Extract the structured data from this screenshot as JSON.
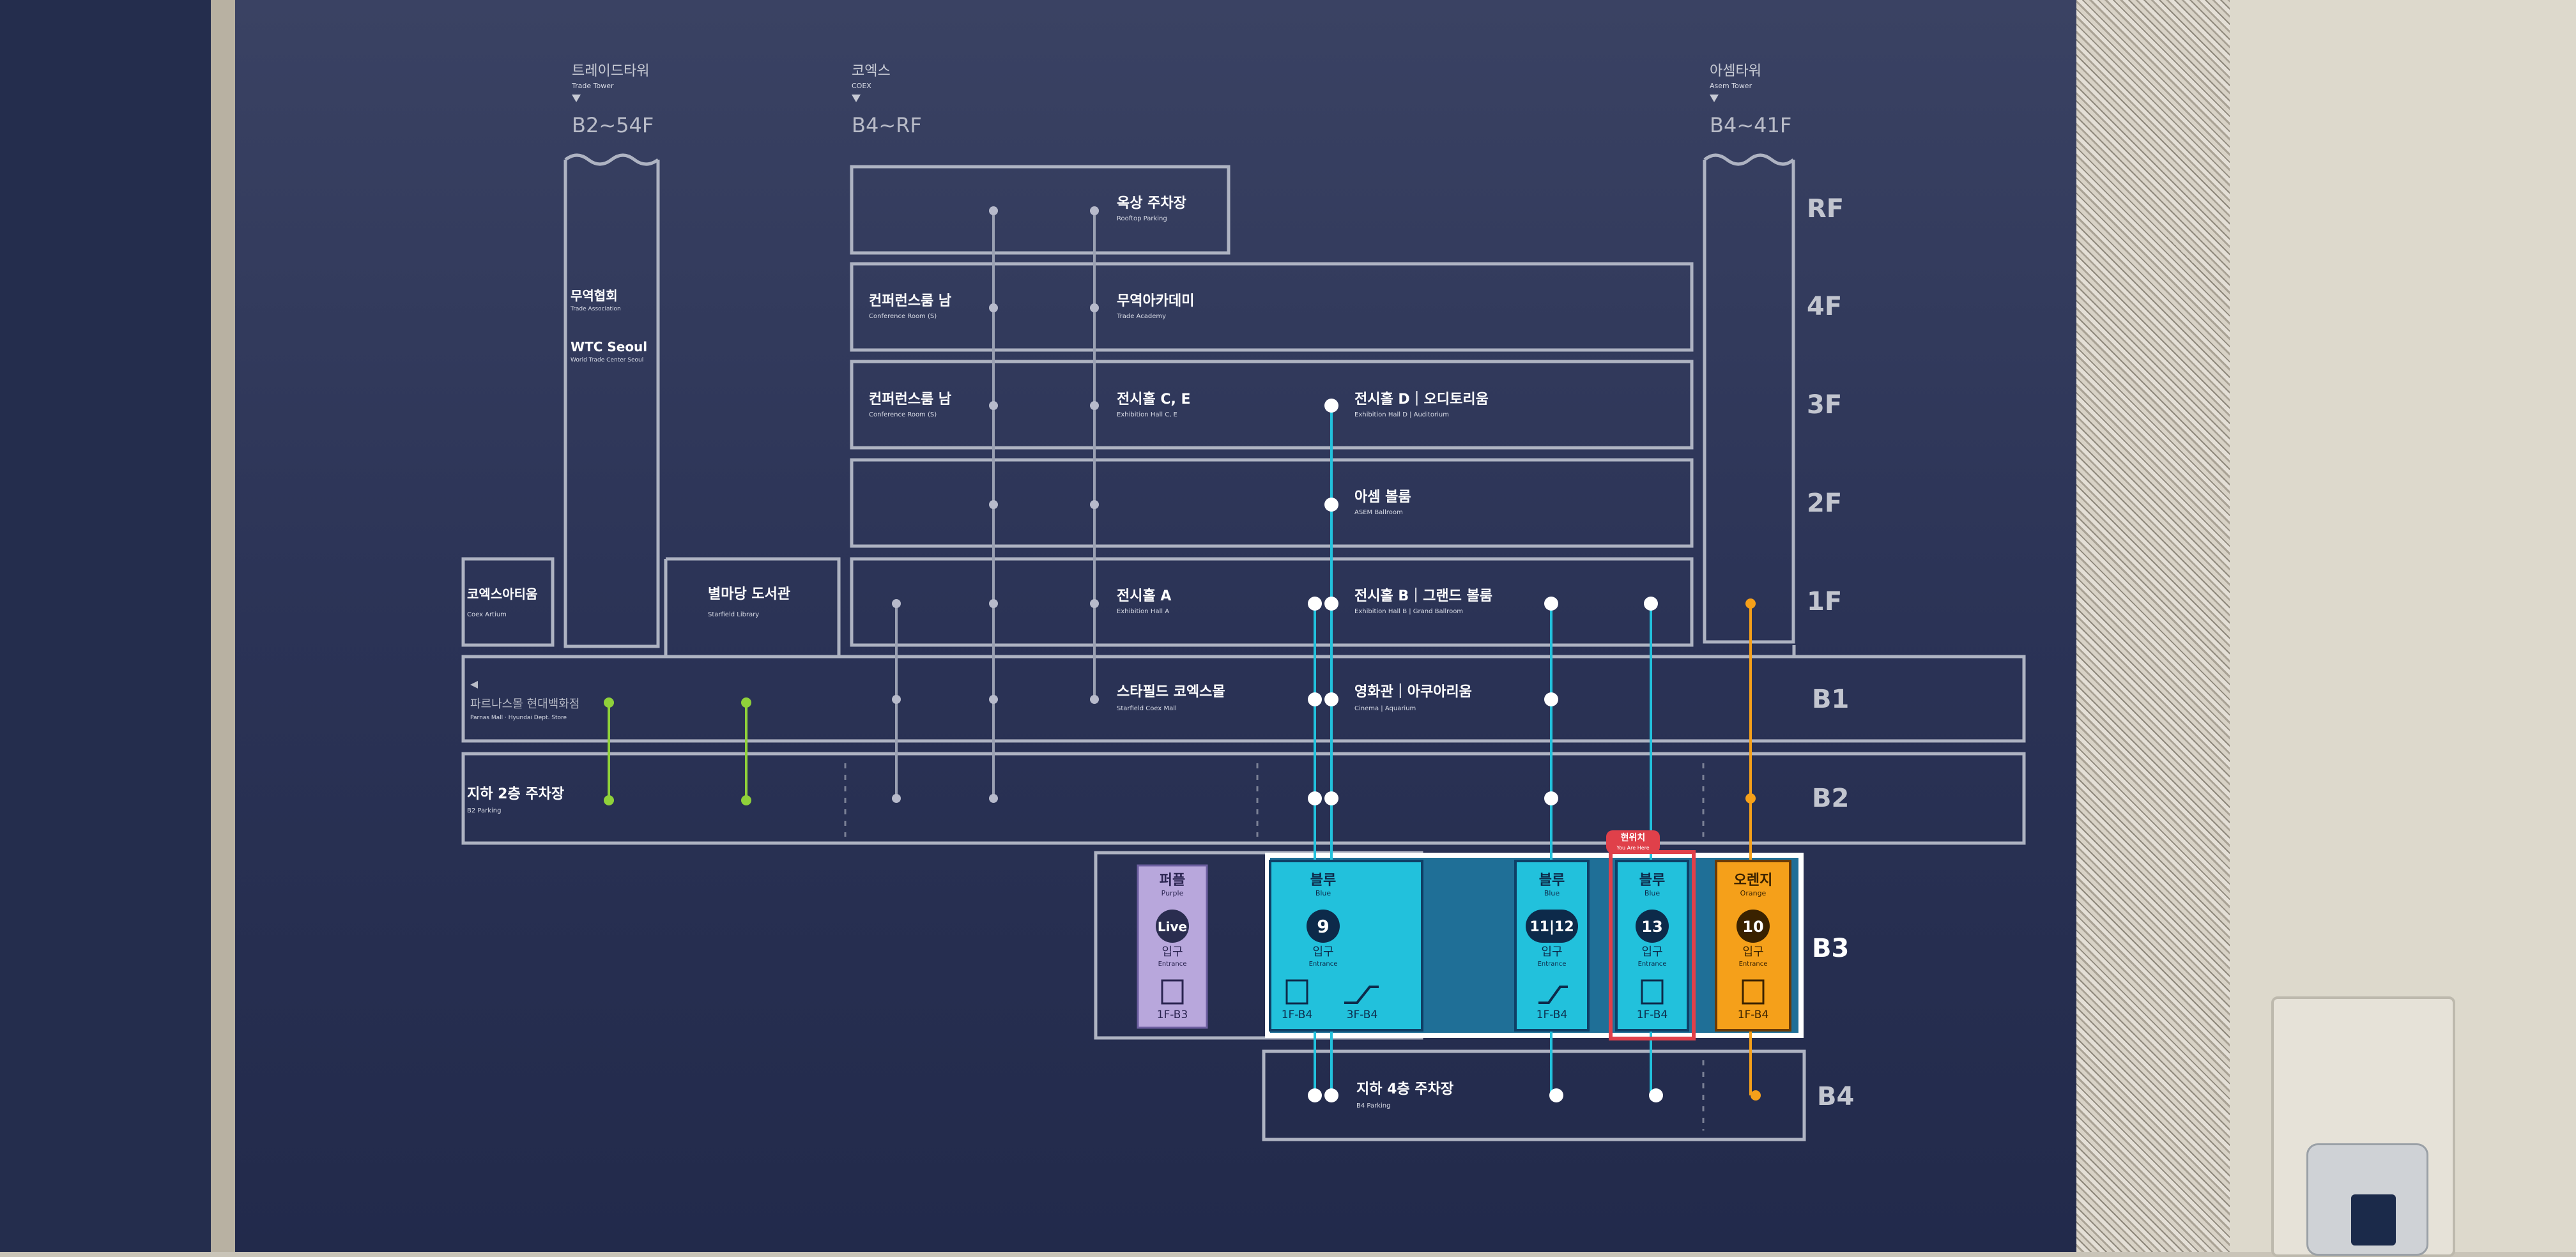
{
  "towers": [
    {
      "name_ko": "트레이드타워",
      "name_en": "Trade Tower",
      "range": "B2~54F"
    },
    {
      "name_ko": "코엑스",
      "name_en": "COEX",
      "range": "B4~RF"
    },
    {
      "name_ko": "아셈타워",
      "name_en": "Asem Tower",
      "range": "B4~41F"
    }
  ],
  "floors": [
    "RF",
    "4F",
    "3F",
    "2F",
    "1F",
    "B1",
    "B2",
    "B3",
    "B4"
  ],
  "wtc": {
    "assoc_ko": "무역협회",
    "assoc_en": "Trade Association",
    "seoul": "WTC Seoul",
    "seoul_en": "World Trade Center Seoul"
  },
  "places": {
    "rooftop_ko": "옥상 주차장",
    "rooftop_en": "Rooftop Parking",
    "conf4_ko": "컨퍼런스룸 남",
    "conf4_en": "Conference Room (S)",
    "academy_ko": "무역아카데미",
    "academy_en": "Trade Academy",
    "conf3_ko": "컨퍼런스룸 남",
    "conf3_en": "Conference Room (S)",
    "hallce_ko": "전시홀 C, E",
    "hallce_en": "Exhibition Hall C, E",
    "halld_ko": "전시홀 D｜오디토리움",
    "halld_en": "Exhibition Hall D | Auditorium",
    "asem_ko": "아셈 볼룸",
    "asem_en": "ASEM Ballroom",
    "halla_ko": "전시홀 A",
    "halla_en": "Exhibition Hall A",
    "hallb_ko": "전시홀 B｜그랜드 볼룸",
    "hallb_en": "Exhibition Hall B | Grand Ballroom",
    "atrium_ko": "코엑스아티움",
    "atrium_en": "Coex Artium",
    "library_ko": "별마당 도서관",
    "library_en": "Starfield Library",
    "mall_ko": "스타필드 코엑스몰",
    "mall_en": "Starfield Coex Mall",
    "cinema_ko": "영화관｜아쿠아리움",
    "cinema_en": "Cinema | Aquarium",
    "parnas_ko": "파르나스몰   현대백화점",
    "parnas_en": "Parnas Mall · Hyundai Dept. Store",
    "b2park_ko": "지하 2층 주차장",
    "b2park_en": "B2 Parking",
    "b4park_ko": "지하 4층 주차장",
    "b4park_en": "B4 Parking"
  },
  "entrances": [
    {
      "color_ko": "퍼플",
      "color_en": "Purple",
      "number": "Live",
      "label_ko": "입구",
      "label_en": "Entrance",
      "range1": "1F-B3",
      "range2": ""
    },
    {
      "color_ko": "블루",
      "color_en": "Blue",
      "number": "9",
      "label_ko": "입구",
      "label_en": "Entrance",
      "range1": "1F-B4",
      "range2": "3F-B4"
    },
    {
      "color_ko": "블루",
      "color_en": "Blue",
      "number": "11|12",
      "label_ko": "입구",
      "label_en": "Entrance",
      "range1": "1F-B4",
      "range2": ""
    },
    {
      "color_ko": "블루",
      "color_en": "Blue",
      "number": "13",
      "label_ko": "입구",
      "label_en": "Entrance",
      "range1": "1F-B4",
      "range2": ""
    },
    {
      "color_ko": "오렌지",
      "color_en": "Orange",
      "number": "10",
      "label_ko": "입구",
      "label_en": "Entrance",
      "range1": "1F-B4",
      "range2": ""
    }
  ],
  "you_are_here": {
    "ko": "현위치",
    "en": "You Are Here"
  },
  "colors": {
    "board": "#283153",
    "line": "#aeb3c2",
    "blue": "#22c1dc",
    "purple": "#b8a7dc",
    "orange": "#f5a01a",
    "green": "#8fd13a",
    "here": "#e0404a"
  }
}
